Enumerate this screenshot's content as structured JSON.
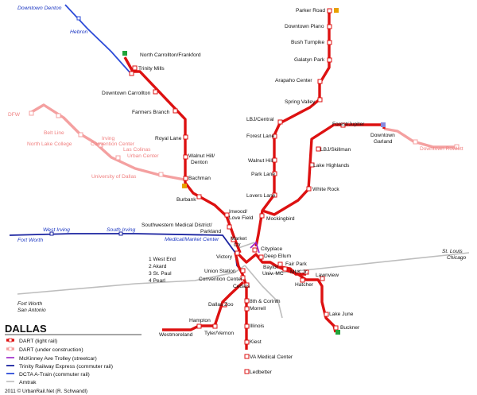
{
  "colors": {
    "dart": "#dd1111",
    "dart_uc": "#f4a0a0",
    "trolley": "#9a1fc8",
    "tre": "#1a23a0",
    "a_train": "#2d4cd8",
    "amtrak": "#bdbdbd",
    "amtrak_dark": "#888888",
    "station_fill": "#ffffff",
    "terminus_green": "#22a33a",
    "terminus_orange": "#e8a000",
    "terminus_violet": "#8888dd"
  },
  "map": {
    "title": "DALLAS",
    "credit": "2011 © UrbanRail.Net (R. Schwandl)",
    "legend": [
      {
        "key": "dart",
        "label": "DART (light rail)"
      },
      {
        "key": "dart_uc",
        "label": "DART (under construction)"
      },
      {
        "key": "trolley",
        "label": "McKinney Ave Trolley (streetcar)"
      },
      {
        "key": "tre",
        "label": "Trinity Railway Express (commuter rail)"
      },
      {
        "key": "a_train",
        "label": "DCTA A-Train (commuter rail)"
      },
      {
        "key": "amtrak",
        "label": "Amtrak"
      }
    ],
    "downtown_key": [
      "1 West End",
      "2 Akard",
      "3 St. Paul",
      "4 Pearl"
    ],
    "place_labels": {
      "downtown_denton": "Downtown Denton",
      "hebron": "Hebron",
      "fort_worth": "Fort Worth",
      "west_irving": "West Irving",
      "south_irving": "South Irving",
      "medical_market": "Medical/Market Center",
      "fort_worth_amtrak": "Fort Worth",
      "san_antonio": "San Antonio",
      "st_louis": "St. Louis",
      "chicago": "Chicago"
    },
    "stations": {
      "parker_road": "Parker Road",
      "downtown_plano": "Downtown Plano",
      "bush_turnpike": "Bush Turnpike",
      "galatyn_park": "Galatyn Park",
      "arapaho_center": "Arapaho Center",
      "spring_valley": "Spring Valley",
      "lbj_central": "LBJ/Central",
      "forest_lane": "Forest Lane",
      "walnut_hill": "Walnut Hill",
      "park_lane": "Park Lane",
      "lovers_lane": "Lovers Lane",
      "mockingbird": "Mockingbird",
      "north_carrollton": "North Carrollton/Frankford",
      "trinity_mills": "Trinity Mills",
      "downtown_carrollton": "Downtown Carrollton",
      "farmers_branch": "Farmers Branch",
      "royal_lane": "Royal Lane",
      "walnut_hill_denton_1": "Walnut Hill/",
      "walnut_hill_denton_2": "Denton",
      "bachman": "Bachman",
      "burbank": "Burbank",
      "inwood_1": "Inwood/",
      "inwood_2": "Love Field",
      "southwestern_1": "Southwestern Medical District/",
      "southwestern_2": "Parkland",
      "market_ctr_1": "Market",
      "market_ctr_2": "Ctr",
      "victory": "Victory",
      "cityplace": "Cityplace",
      "deep_ellum": "Deep Ellum",
      "baylor_1": "Baylor",
      "baylor_2": "Univ. MC",
      "fair_park": "Fair Park",
      "mlk_jr": "MLK Jr.",
      "hatcher": "Hatcher",
      "lawnview": "Lawnview",
      "lake_june": "Lake June",
      "buckner": "Buckner",
      "forest_jupiter": "Forest/Jupiter",
      "downtown_garland_1": "Downtown",
      "downtown_garland_2": "Garland",
      "lbj_skillman": "LBJ/Skillman",
      "lake_highlands": "Lake Highlands",
      "white_rock": "White Rock",
      "downtown_rowlett": "Downtown Rowlett",
      "union_station": "Union Station",
      "convention_center": "Convention Center",
      "cedars": "Cedars",
      "dallas_zoo": "Dallas Zoo",
      "8th_corinth": "8th & Corinth",
      "morrell": "Morrell",
      "illinois": "Illinois",
      "kiest": "Kiest",
      "va_medical": "VA Medical Center",
      "ledbetter": "Ledbetter",
      "hampton": "Hampton",
      "westmoreland": "Westmoreland",
      "tyler_vernon": "Tyler/Vernon",
      "dfw": "DFW",
      "belt_line": "Belt Line",
      "north_lake_college": "North Lake College",
      "irving_conv_1": "Irving",
      "irving_conv_2": "Convention Center",
      "las_colinas_1": "Las Colinas",
      "las_colinas_2": "Urban Center",
      "university_dallas": "University of Dallas"
    }
  }
}
